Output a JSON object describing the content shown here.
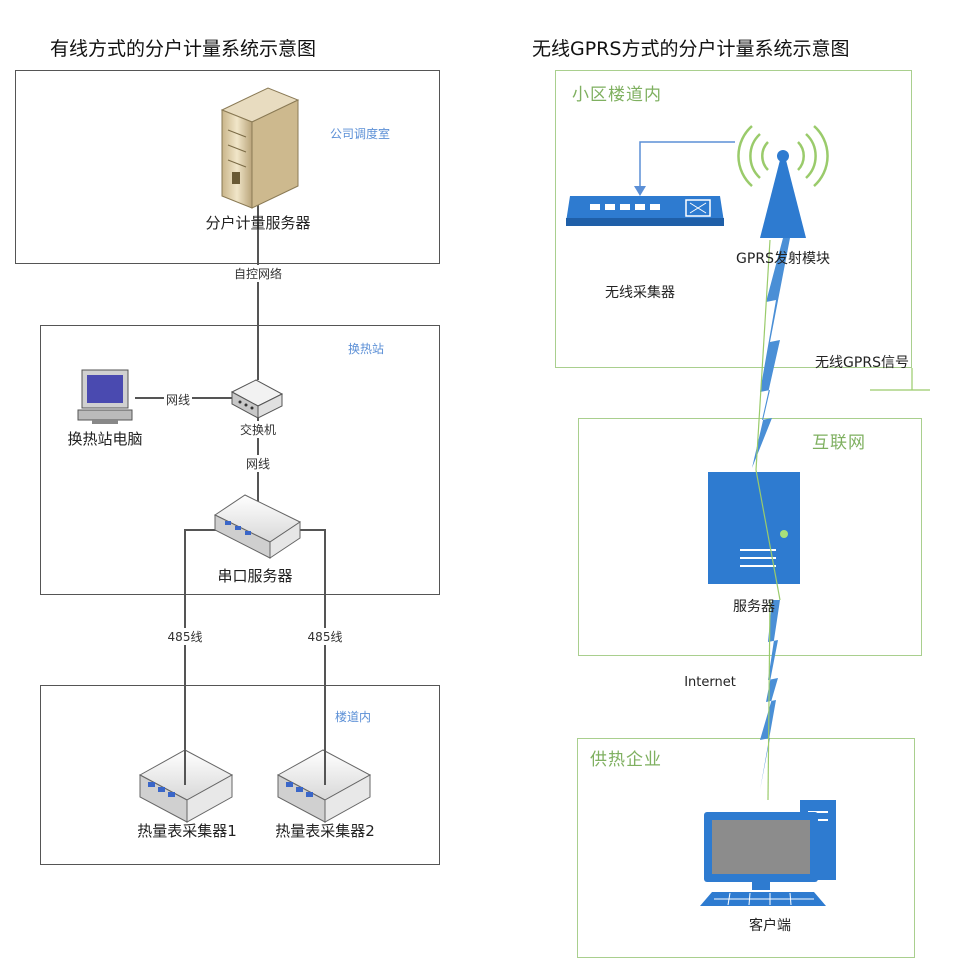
{
  "left": {
    "title": "有线方式的分户计量系统示意图",
    "zones": {
      "dispatch": "公司调度室",
      "station": "换热站",
      "corridor": "楼道内"
    },
    "nodes": {
      "server": "分户计量服务器",
      "station_pc": "换热站电脑",
      "switch": "交换机",
      "serial_server": "串口服务器",
      "collector1": "热量表采集器1",
      "collector2": "热量表采集器2"
    },
    "links": {
      "self_network": "自控网络",
      "cable_pc": "网线",
      "cable_serial": "网线",
      "rs485_left": "485线",
      "rs485_right": "485线"
    }
  },
  "right": {
    "title": "无线GPRS方式的分户计量系统示意图",
    "zones": {
      "corridor": "小区楼道内",
      "internet": "互联网",
      "heating_company": "供热企业"
    },
    "nodes": {
      "wireless_collector": "无线采集器",
      "gprs_module": "GPRS发射模块",
      "server": "服务器",
      "client": "客户端"
    },
    "links": {
      "gprs_signal": "无线GPRS信号",
      "internet": "Internet"
    }
  },
  "colors": {
    "blue_label": "#5b8fd6",
    "green_border": "#a9cf8e",
    "green_label": "#7fb060",
    "device_blue": "#2e7bd0",
    "lightning_blue": "#4a8fd6"
  }
}
